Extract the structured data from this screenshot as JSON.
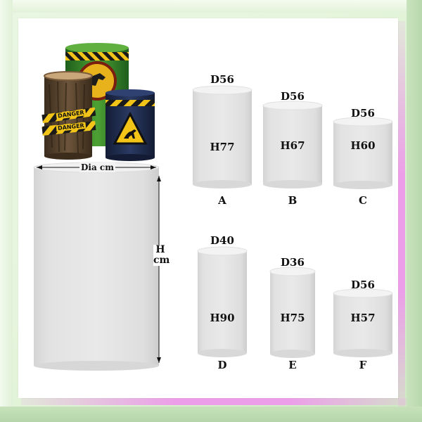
{
  "main_cylinder": {
    "dia_label": "Dia cm",
    "height_label_h": "H",
    "height_label_cm": "cm"
  },
  "covers": {
    "danger_text_1": "DANGER",
    "danger_text_2": "DANGER",
    "colors": {
      "bark": "#5b4630",
      "stripe_yellow": "#f2c418",
      "navy": "#1d2a4a",
      "jungle": "#3f8a2c"
    }
  },
  "cylinders": [
    {
      "letter": "A",
      "diameter": "D56",
      "height": "H77"
    },
    {
      "letter": "B",
      "diameter": "D56",
      "height": "H67"
    },
    {
      "letter": "C",
      "diameter": "D56",
      "height": "H60"
    },
    {
      "letter": "D",
      "diameter": "D40",
      "height": "H90"
    },
    {
      "letter": "E",
      "diameter": "D36",
      "height": "H75"
    },
    {
      "letter": "F",
      "diameter": "D56",
      "height": "H57"
    }
  ]
}
